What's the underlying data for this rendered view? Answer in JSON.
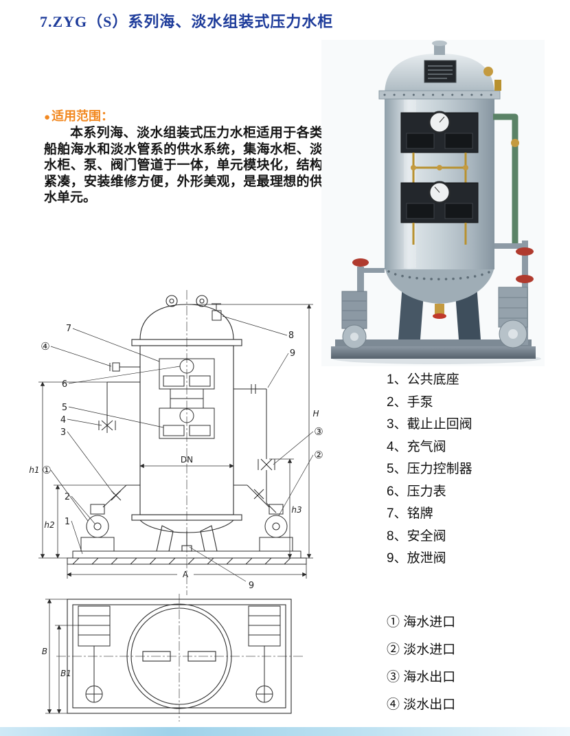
{
  "page": {
    "title": "7.ZYG（S）系列海、淡水组装式压力水柜"
  },
  "intro": {
    "bullet": "●",
    "heading": "适用范围：",
    "body": "本系列海、淡水组装式压力水柜适用于各类船舶海水和淡水管系的供水系统，集海水柜、淡水柜、泵、阀门管道于一体，单元模块化，结构紧凑，安装维修方便，外形美观，是最理想的供水单元。"
  },
  "parts": [
    "1、公共底座",
    "2、手泵",
    "3、截止止回阀",
    "4、充气阀",
    "5、压力控制器",
    "6、压力表",
    "7、铭牌",
    "8、安全阀",
    "9、放泄阀"
  ],
  "ports": [
    "① 海水进口",
    "② 淡水进口",
    "③ 海水出口",
    "④ 淡水出口"
  ],
  "drawing": {
    "front": {
      "c7": "7",
      "c8": "8",
      "c9t": "9",
      "c4c": "④",
      "c6": "6",
      "c5": "5",
      "c4": "4",
      "c3": "3",
      "c1c": "①",
      "c2": "2",
      "c1": "1",
      "c3c": "③",
      "c2c": "②",
      "c9b": "9",
      "dimH": "H",
      "dimh1": "h1",
      "dimh2": "h2",
      "dimh3": "h3",
      "dimDN": "DN",
      "dimA": "A"
    },
    "top": {
      "dimB": "B",
      "dimB1": "B1"
    }
  },
  "colors": {
    "title_blue": "#1d3b9a",
    "accent_orange": "#f28820",
    "footer_blue": "#9fd2ea"
  }
}
